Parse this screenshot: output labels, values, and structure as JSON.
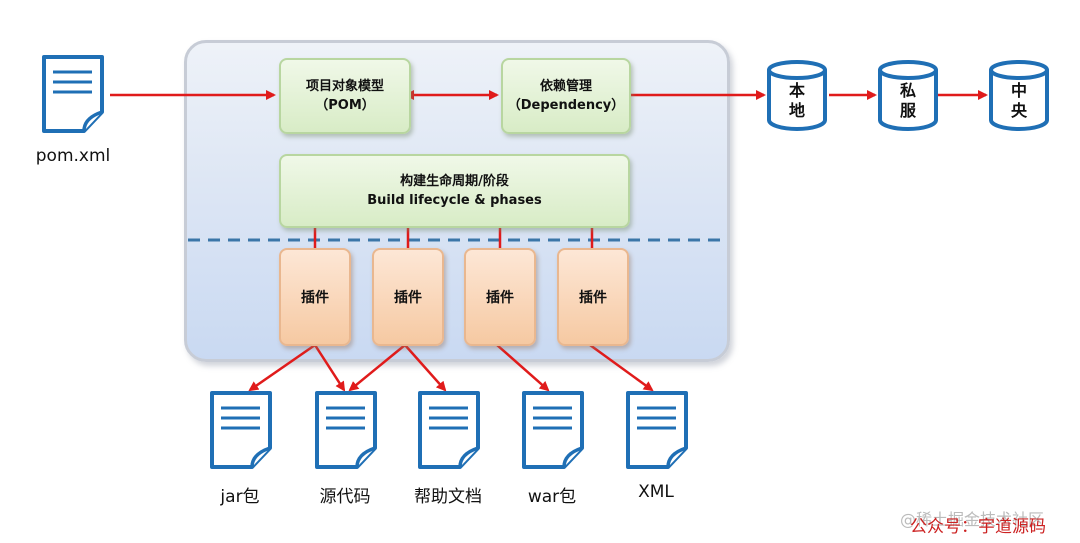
{
  "pom_file": {
    "label": "pom.xml",
    "icon": "document-icon"
  },
  "pom_model": {
    "line1": "项目对象模型",
    "line2": "（POM）"
  },
  "dependency": {
    "line1": "依赖管理",
    "line2": "（Dependency）"
  },
  "lifecycle": {
    "line1": "构建生命周期/阶段",
    "line2": "Build lifecycle & phases"
  },
  "plugins": [
    "插件",
    "插件",
    "插件",
    "插件"
  ],
  "repositories": [
    {
      "line1": "本",
      "line2": "地"
    },
    {
      "line1": "私",
      "line2": "服"
    },
    {
      "line1": "中",
      "line2": "央"
    }
  ],
  "outputs": [
    "jar包",
    "源代码",
    "帮助文档",
    "war包",
    "XML"
  ],
  "watermark": {
    "main": "公众号：宇道源码",
    "secondary": "@稀土掘金技术社区"
  },
  "colors": {
    "arrow": "#e01b1b",
    "doc_blue": "#1f6fb5",
    "dashed_line": "#3b76a8"
  }
}
